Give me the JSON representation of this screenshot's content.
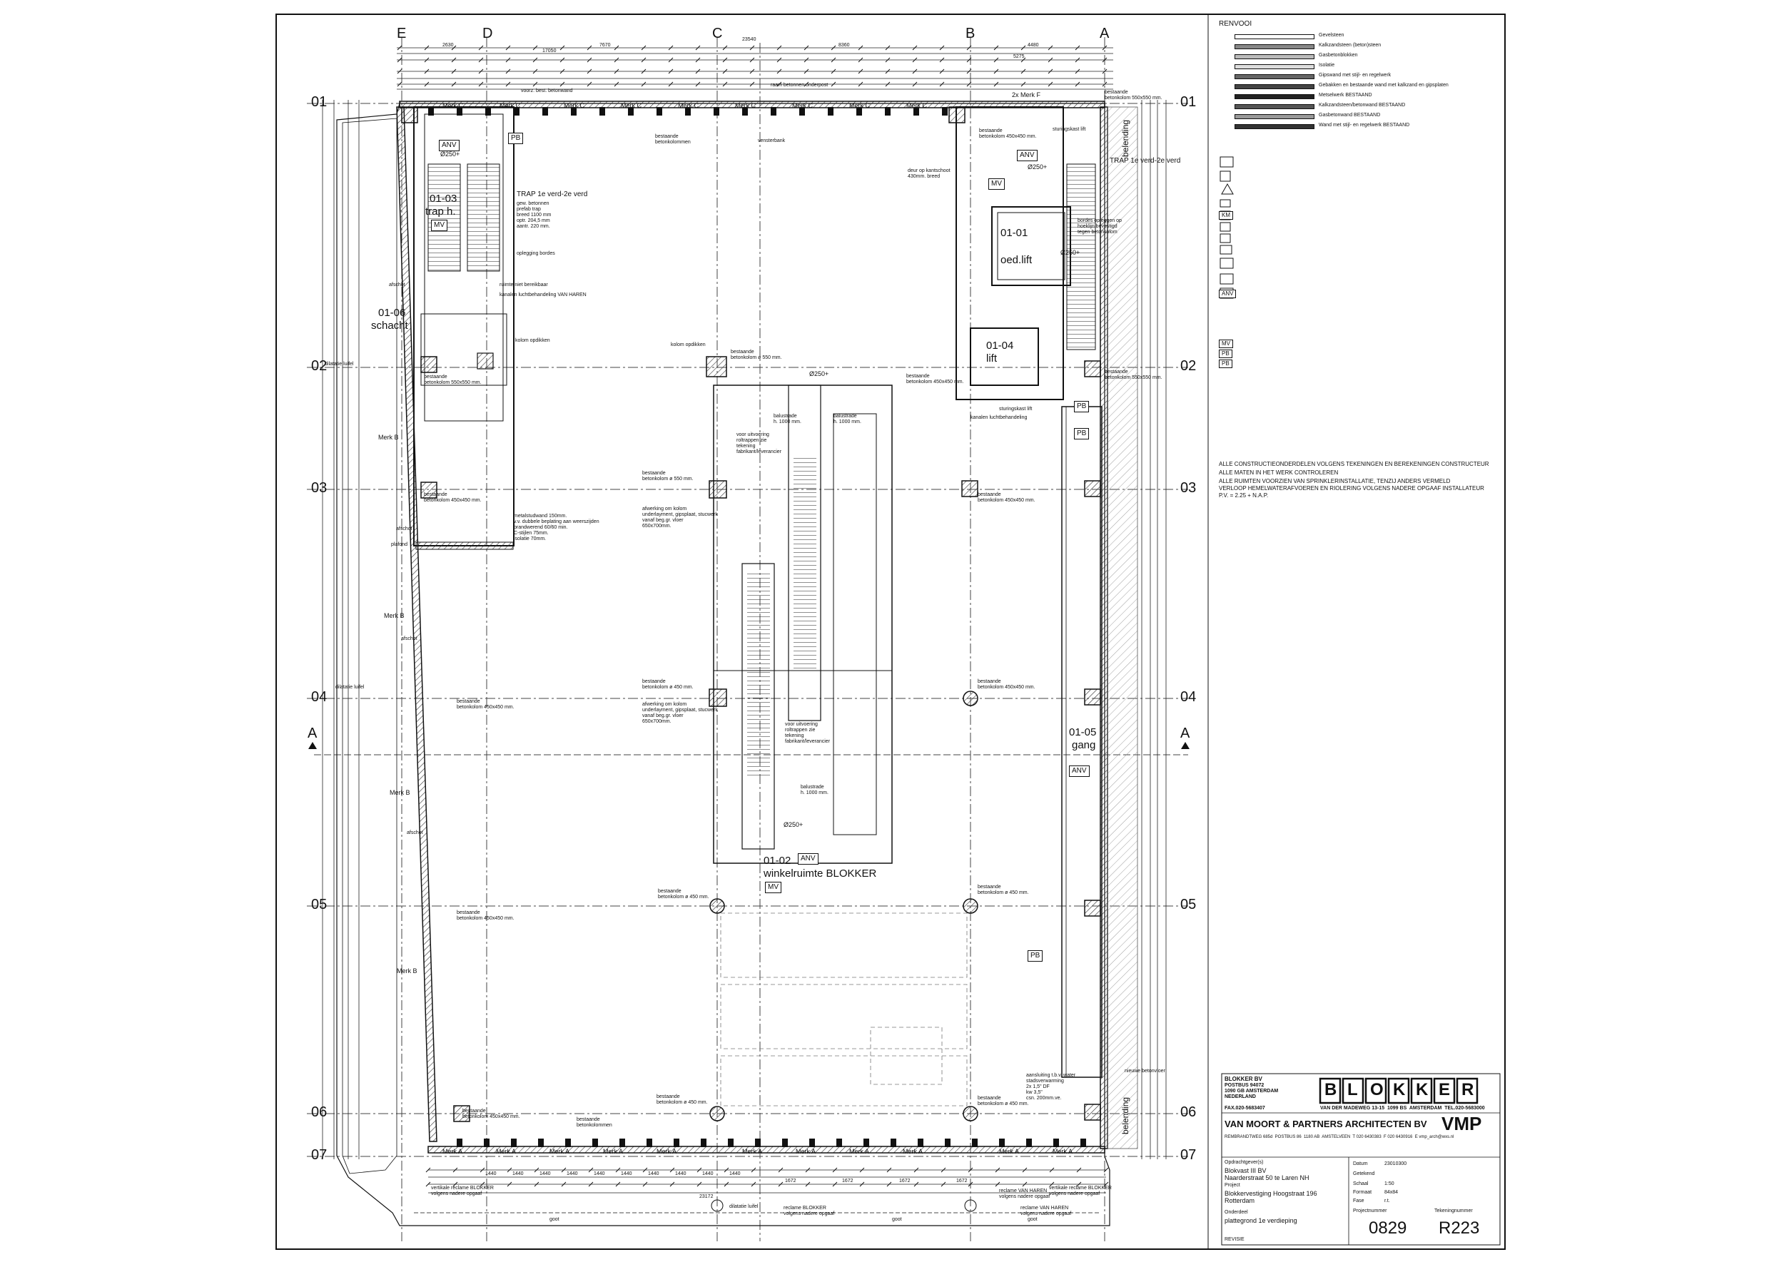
{
  "grid_letters": [
    "E",
    "D",
    "C",
    "B",
    "A"
  ],
  "grid_numbers": [
    "01",
    "02",
    "03",
    "04",
    "05",
    "06",
    "07"
  ],
  "section_marker": "A",
  "renvooi_title": "RENVOOI",
  "legend_lines": [
    "Gevelsteen",
    "Kalkzandsteen (beton)steen",
    "Gasbetonblokken",
    "Isolatie",
    "Gipswand met stijl- en regelwerk",
    "Gebakken en bestaande wand met kalkzand en gipsplaten",
    "Metselwerk BESTAAND",
    "Kalkzandsteen/betonwand BESTAAND",
    "Gasbetonwand BESTAAND",
    "Wand met stijl- en regelwerk BESTAAND"
  ],
  "rooms": {
    "trap_id": "01-03",
    "trap_name": "trap h.",
    "schacht_id": "01-06",
    "schacht_name": "schacht",
    "lift_1_id": "01-01",
    "lift_1_name": "oed.lift",
    "lift_2_id": "01-04",
    "lift_2_name": "lift",
    "gang_id": "01-05",
    "gang_name": "gang",
    "winkel_id": "01-02",
    "winkel_name": "winkelruimte BLOKKER"
  },
  "badges": {
    "anv": "ANV",
    "mv": "MV",
    "pb": "PB",
    "km": "KM"
  },
  "labels": {
    "trap_title": "TRAP 1e verd-2e verd",
    "trap_note": "gew. betonnen\nprefab trap\nbreed 1100 mm\noptr. 204,5 mm\naantr. 220 mm.",
    "bestaande_betonkolom_450": "bestaande\nbetonkolom 450x450 mm.",
    "bestaande_betonkolom_550": "bestaande\nbetonkolom 550x550 mm.",
    "bestaande_betonkolom_d450": "bestaande\nbetonkolom ø 450 mm.",
    "bestaande_betonkolom_d550": "bestaande\nbetonkolom ø 550 mm.",
    "belending": "belending",
    "merk_a": "Merk A",
    "merk_b": "Merk B",
    "merk_c": "Merk C",
    "merk_f_top": "2x Merk F",
    "balustrade": "balustrade\nh. 1000 mm.",
    "roltrap_1": "voor uitvoering\nroltrappen zie\ntekening\nfabrikant/leverancier",
    "afwerking_kolom": "afwerking om kolom\nunderlayment, gipsplaat, stucwerk\nvanaf beg.gr. vloer\n650x700mm.",
    "kolom_opdikken": "kolom opdikken",
    "oplegging_bordes": "oplegging bordes",
    "ruimte_niet": "ruimte niet bereikbaar",
    "kanalen_1": "kanalen luchtbehandeling VAN HAREN",
    "kanalen_2": "kanalen luchtbehandeling",
    "sturingskast": "sturingskast lift",
    "deur_kantoor": "deur op kantschoot\n430mm. breed",
    "bordes_opleggen": "bordes opleggen op\nhoeklijn bevestigd\ntegen betonkolom",
    "metalstud": "metalstudwand 150mm.\nv.v. dubbele beplating aan weerszijden\nbrandwerend 60/60 min.\nC-stijlen 75mm.\nisolatie 70mm.",
    "aansluiting": "aansluiting t.b.v. water\nstadsverwarming\n2x 1,5\" DF\nkw 3,5\"\ncsn. 200mm.ve.",
    "reclame_blokker": "reclame BLOKKER\nvolgens nadere opgaaf",
    "reclame_vanharen": "reclame VAN HAREN\nvolgens nadere opgaaf",
    "vertikale_reclame": "vertikale reclame BLOKKER\nvolgens nadere opgaaf",
    "goot": "goot",
    "dilatatie_luifel": "dilatatie luifel",
    "plafond_1": "plafond",
    "afschot": "afschot",
    "levelA": "Ø250+",
    "nieuwe_betonvloer": "nieuwe betonvloer",
    "venster_bank": "vensterbank",
    "bestaande_betonkolommen": "bestaande\nbetonkolommen",
    "raam_betonnen": "raam betonnen onderpost",
    "voorz_best": "voorz. best. betonwand"
  },
  "dims_top": [
    "7670",
    "8360",
    "4480",
    "17050",
    "2630",
    "23540",
    "5275"
  ],
  "dims_bottom": [
    "1440",
    "1440",
    "1440",
    "1440",
    "1440",
    "1440",
    "1440",
    "1440",
    "1440",
    "1440",
    "1672",
    "1672",
    "1672",
    "1672",
    "23172"
  ],
  "notes": [
    "ALLE CONSTRUCTIEONDERDELEN VOLGENS TEKENINGEN EN BEREKENINGEN CONSTRUCTEUR",
    "ALLE MATEN IN HET WERK CONTROLEREN",
    "ALLE RUIMTEN VOORZIEN VAN SPRINKLERINSTALLATIE, TENZIJ ANDERS VERMELD",
    "VERLOOP HEMELWATERAFVOEREN EN RIOLERING VOLGENS NADERE OPGAAF INSTALLATEUR",
    "P.V. = 2.25 + N.A.P."
  ],
  "title_block": {
    "client_name": "BLOKKER BV",
    "client_address": "POSTBUS 94072\n1090 GB AMSTERDAM\nNEDERLAND",
    "client_fax": "FAX.020-5683407",
    "logo_text": "BLOKKER",
    "client_street": "VAN DER MADEWEG 13-15  1099 BS  AMSTERDAM  TEL.020-5683000",
    "architect": "VAN MOORT & PARTNERS ARCHITECTEN BV",
    "architect_logo": "VMP",
    "architect_address": "REMBRANDTWEG 685d  POSTBUS 86  1180 AB  AMSTELVEEN  T 020 6430383  F 020 6430916  E vmp_arch@wxs.nl",
    "opdrachtgever_label": "Opdrachtgever(s)",
    "opdrachtgever": "Blokvast III BV\nNaarderstraat 50 te Laren NH",
    "project_label": "Project",
    "project": "Blokkervestiging Hoogstraat 196\nRotterdam",
    "onderdeel_label": "Onderdeel",
    "onderdeel": "plattegrond 1e verdieping",
    "revisie_label": "REVISIE",
    "datum_label": "Datum",
    "datum": "23010300",
    "getekend_label": "Getekend",
    "getekend": "",
    "schaal_label": "Schaal",
    "schaal": "1:50",
    "formaat_label": "Formaat",
    "formaat": "84x84",
    "fase_label": "Fase",
    "fase": "r.t.",
    "projectnummer_label": "Projectnummer",
    "tekeningnummer_label": "Tekeningnummer",
    "project_number": "0829",
    "drawing_number": "R223"
  },
  "colors": {
    "ink": "#111111",
    "hatch": "#777777",
    "paper": "#ffffff"
  }
}
